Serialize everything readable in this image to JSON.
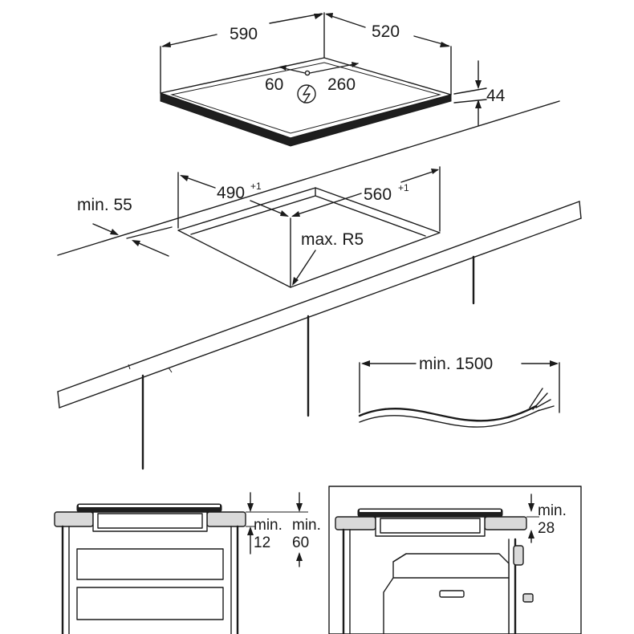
{
  "labels": {
    "width_590": "590",
    "depth_520": "520",
    "cable_left_60": "60",
    "cable_right_260": "260",
    "height_44": "44",
    "cutout_490": "490",
    "cutout_490_tol": "+1",
    "cutout_560": "560",
    "cutout_560_tol": "+1",
    "min_55": "min. 55",
    "max_r5": "max. R5",
    "cable_min_1500": "min. 1500",
    "left_min_label": "min.",
    "left_min_12": "12",
    "left_min2_label": "min.",
    "left_min_60": "60",
    "right_min_label": "min.",
    "right_min_28": "28"
  },
  "icons": {
    "power": "lightning-in-circle"
  }
}
